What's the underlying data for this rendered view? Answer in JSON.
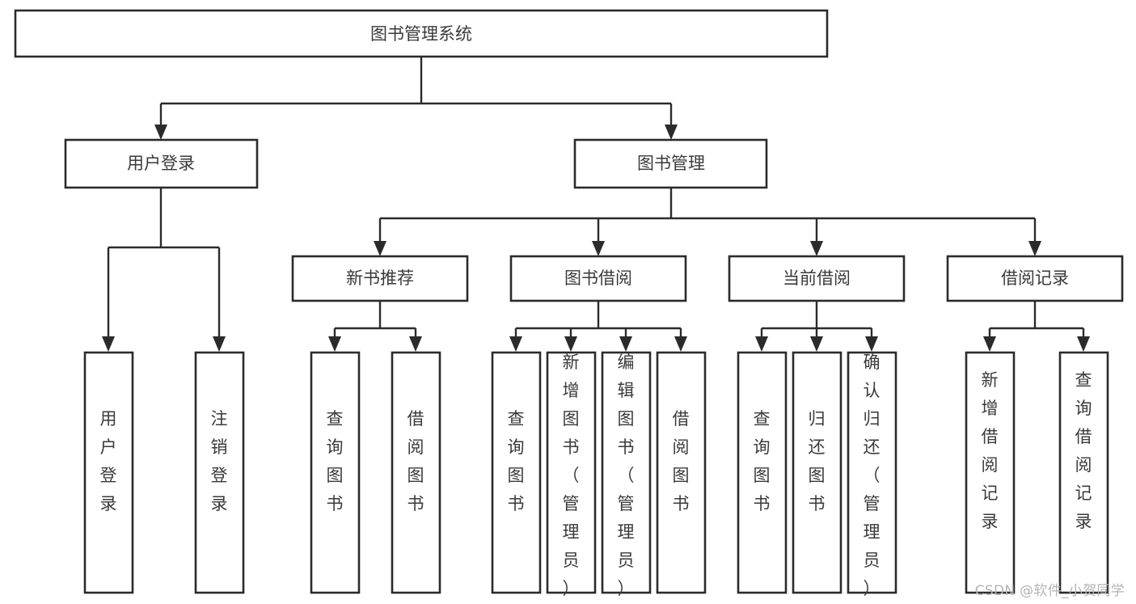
{
  "diagram": {
    "title": "图书管理系统",
    "type": "tree-hierarchy",
    "watermark": "CSDN @软件_小贺同学",
    "colors": {
      "stroke": "#2b2b2b",
      "fill": "#ffffff",
      "text": "#3a3a3a",
      "watermark": "#b4b4b4",
      "background": "#ffffff"
    },
    "levels": [
      {
        "level": 1,
        "nodes": [
          {
            "id": "root",
            "label": "图书管理系统",
            "orientation": "horizontal"
          }
        ]
      },
      {
        "level": 2,
        "nodes": [
          {
            "id": "login",
            "label": "用户登录",
            "orientation": "horizontal",
            "parent": "root"
          },
          {
            "id": "bookmgmt",
            "label": "图书管理",
            "orientation": "horizontal",
            "parent": "root"
          }
        ]
      },
      {
        "level": 3,
        "nodes": [
          {
            "id": "newbook",
            "label": "新书推荐",
            "orientation": "horizontal",
            "parent": "bookmgmt"
          },
          {
            "id": "borrow",
            "label": "图书借阅",
            "orientation": "horizontal",
            "parent": "bookmgmt"
          },
          {
            "id": "current",
            "label": "当前借阅",
            "orientation": "horizontal",
            "parent": "bookmgmt"
          },
          {
            "id": "records",
            "label": "借阅记录",
            "orientation": "horizontal",
            "parent": "bookmgmt"
          }
        ]
      },
      {
        "level": 4,
        "nodes": [
          {
            "id": "leaf-1",
            "label": "用户登录",
            "orientation": "vertical",
            "parent": "login"
          },
          {
            "id": "leaf-2",
            "label": "注销登录",
            "orientation": "vertical",
            "parent": "login"
          },
          {
            "id": "leaf-3",
            "label": "查询图书",
            "orientation": "vertical",
            "parent": "newbook"
          },
          {
            "id": "leaf-4",
            "label": "借阅图书",
            "orientation": "vertical",
            "parent": "newbook"
          },
          {
            "id": "leaf-5",
            "label": "查询图书",
            "orientation": "vertical",
            "parent": "borrow"
          },
          {
            "id": "leaf-6",
            "label": "新增图书（管理员）",
            "orientation": "vertical",
            "parent": "borrow"
          },
          {
            "id": "leaf-7",
            "label": "编辑图书（管理员）",
            "orientation": "vertical",
            "parent": "borrow"
          },
          {
            "id": "leaf-8",
            "label": "借阅图书",
            "orientation": "vertical",
            "parent": "borrow"
          },
          {
            "id": "leaf-9",
            "label": "查询图书",
            "orientation": "vertical",
            "parent": "current"
          },
          {
            "id": "leaf-10",
            "label": "归还图书",
            "orientation": "vertical",
            "parent": "current"
          },
          {
            "id": "leaf-11",
            "label": "确认归还（管理员）",
            "orientation": "vertical",
            "parent": "current"
          },
          {
            "id": "leaf-12",
            "label": "新增借阅记录",
            "orientation": "vertical",
            "parent": "records"
          },
          {
            "id": "leaf-13",
            "label": "查询借阅记录",
            "orientation": "vertical",
            "parent": "records"
          }
        ]
      }
    ]
  }
}
